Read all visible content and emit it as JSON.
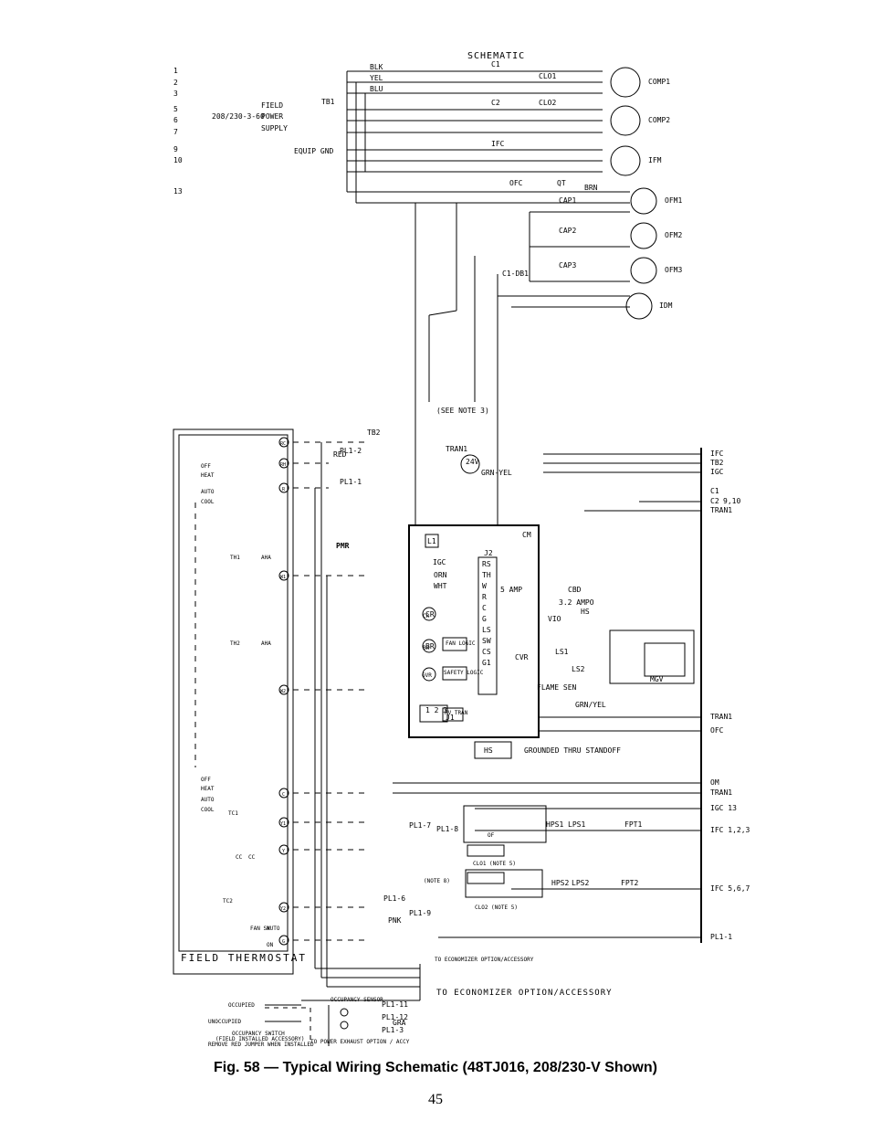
{
  "page": {
    "caption": "Fig. 58 — Typical Wiring Schematic (48TJ016, 208/230-V Shown)",
    "page_number": "45"
  },
  "diagram": {
    "title": "SCHEMATIC",
    "line_numbers": [
      "1",
      "2",
      "3",
      "5",
      "6",
      "7",
      "9",
      "10",
      "13"
    ],
    "field_power": [
      "FIELD",
      "POWER",
      "SUPPLY",
      "208/230-3-60"
    ],
    "equip_gnd": "EQUIP GND",
    "tb1": "TB1",
    "comp_labels": [
      "C1",
      "CLO1",
      "C2",
      "CLO2",
      "IFC"
    ],
    "motors": [
      "COMP1",
      "COMP2",
      "IFM",
      "OFM1",
      "OFM2",
      "OFM3",
      "IDM"
    ],
    "fan_labels": [
      "QT",
      "CAP1",
      "CAP2",
      "CAP3",
      "OFC",
      "C1-DB1"
    ],
    "wire_colors": [
      "BLK",
      "YEL",
      "BLU",
      "BRN",
      "RED",
      "ORN",
      "VIO",
      "WHT",
      "PNK",
      "GRA",
      "GRN-YEL"
    ],
    "see_note": "(SEE NOTE 3)",
    "tran1": "TRAN1",
    "v24": "24V",
    "tb2": "TB2",
    "pl": [
      "PL1-2",
      "PL1-1",
      "PL1-7",
      "PL1-8",
      "PL1-6",
      "PL1-9",
      "PL1-11",
      "PL1-12",
      "PL1-3"
    ],
    "right_column": [
      "IFC",
      "TB2",
      "IGC",
      "C1",
      "C2",
      "9,10",
      "TRAN1",
      "TRAN1",
      "OFC",
      "OM",
      "TRAN1",
      "IGC 13",
      "IFC 1,2,3",
      "IFC 5,6,7",
      "PL1-1"
    ],
    "igc_terminals": [
      "CM",
      "IGC",
      "J2",
      "L1",
      "CR",
      "BR",
      "RS",
      "TH",
      "W",
      "R",
      "C",
      "G",
      "LS",
      "SW",
      "CS",
      "G1",
      "J1",
      "1 2 3"
    ],
    "igc_inner": [
      "FAN LOGIC",
      "SAFETY LOGIC",
      "RV TRAN",
      "GVR",
      "5 AMP",
      "CR",
      "BR",
      "HS",
      "GROUNDED THRU STANDOFF"
    ],
    "aux": [
      "CBD",
      "3.2 AMPO",
      "HS",
      "LS1",
      "LS2",
      "CVR",
      "FLAME SEN",
      "GRN/YEL",
      "MGV",
      "PMR"
    ],
    "thermostat_title": "FIELD THERMOSTAT",
    "thermostat_terms": [
      "RC",
      "RH",
      "R",
      "W1",
      "W2",
      "C",
      "Y1",
      "Y2",
      "Y",
      "G"
    ],
    "thermostat_labels": [
      "OFF",
      "HEAT",
      "AUTO",
      "COOL",
      "TH1",
      "AHA",
      "TH2",
      "AHA",
      "OFF",
      "HEAT",
      "AUTO",
      "COOL",
      "TC1",
      "CC",
      "CC",
      "TC2",
      "FAN SW",
      "AUTO",
      "ON"
    ],
    "bottom_right": [
      "HPS1",
      "LPS1",
      "FPT1",
      "HPS2",
      "LPS2",
      "FPT2",
      "CLO1 (NOTE 5)",
      "CLO2 (NOTE 5)",
      "(NOTE 8)",
      "OF",
      "TO ECONOMIZER OPTION/ACCESSORY"
    ],
    "bottom_left": [
      "OCCUPIED",
      "UNOCCUPIED",
      "OCCUPANCY SWITCH",
      "(FIELD INSTALLED ACCESSORY)",
      "REMOVE RED JUMPER WHEN INSTALLED",
      "OCCUPANCY SENSOR",
      "TO POWER EXHAUST OPTION / ACCY"
    ],
    "economizer_main": "TO ECONOMIZER OPTION/ACCESSORY"
  }
}
